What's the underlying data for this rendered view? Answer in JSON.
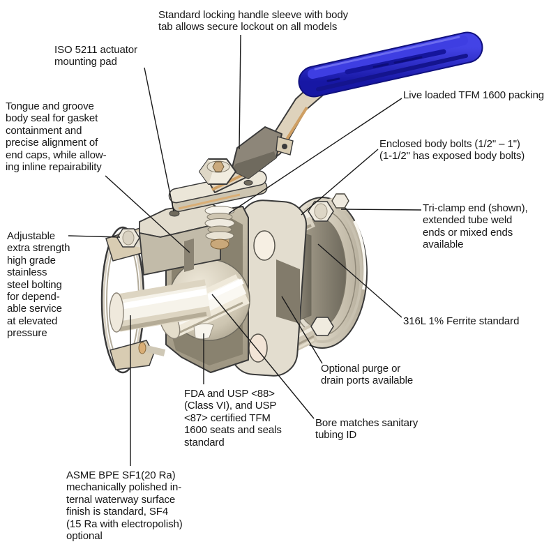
{
  "figure": {
    "type": "technical-callout-diagram",
    "subject": "Cutaway 3D rendering of a sanitary tri-clamp ball valve with blue lockable lever handle"
  },
  "colors": {
    "background": "#ffffff",
    "text": "#161616",
    "leader_line": "#1a1a1a",
    "handle_blue": "#2525cd",
    "handle_blue_dark": "#10107e",
    "metal_light": "#ece7d9",
    "metal_mid": "#b3ab98",
    "metal_dark": "#89826f",
    "copper_accent": "#cf9f63"
  },
  "callouts": [
    {
      "id": "standard_locking",
      "text": "Standard locking handle sleeve with body\ntab allows secure lockout on all models"
    },
    {
      "id": "iso_pad",
      "text": "ISO 5211 actuator\nmounting pad"
    },
    {
      "id": "tongue_groove",
      "text": "Tongue and groove\nbody seal for gasket\ncontainment and\nprecise alignment of\nend caps, while allow-\ning inline repairability"
    },
    {
      "id": "live_loaded",
      "text": "Live loaded TFM 1600 packing"
    },
    {
      "id": "enclosed_bolts",
      "text": "Enclosed body bolts (1/2\" – 1\")\n(1-1/2\" has exposed body bolts)"
    },
    {
      "id": "tri_clamp",
      "text": "Tri-clamp end (shown),\nextended tube weld\nends or mixed ends\navailable"
    },
    {
      "id": "adjustable_bolting",
      "text": "Adjustable\nextra strength\nhigh grade\nstainless\nsteel bolting\nfor depend-\nable service\nat elevated\npressure"
    },
    {
      "id": "ferrite",
      "text": "316L 1% Ferrite standard"
    },
    {
      "id": "purge_ports",
      "text": "Optional purge or\ndrain ports available"
    },
    {
      "id": "fda_usp",
      "text": "FDA and USP <88>\n(Class VI), and USP\n<87> certified TFM\n1600 seats and seals\nstandard"
    },
    {
      "id": "bore",
      "text": "Bore matches sanitary\ntubing ID"
    },
    {
      "id": "asme_bpe",
      "text": "ASME BPE SF1(20 Ra)\nmechanically polished in-\nternal waterway surface\nfinish is standard, SF4\n(15 Ra with electropolish)\noptional"
    }
  ]
}
